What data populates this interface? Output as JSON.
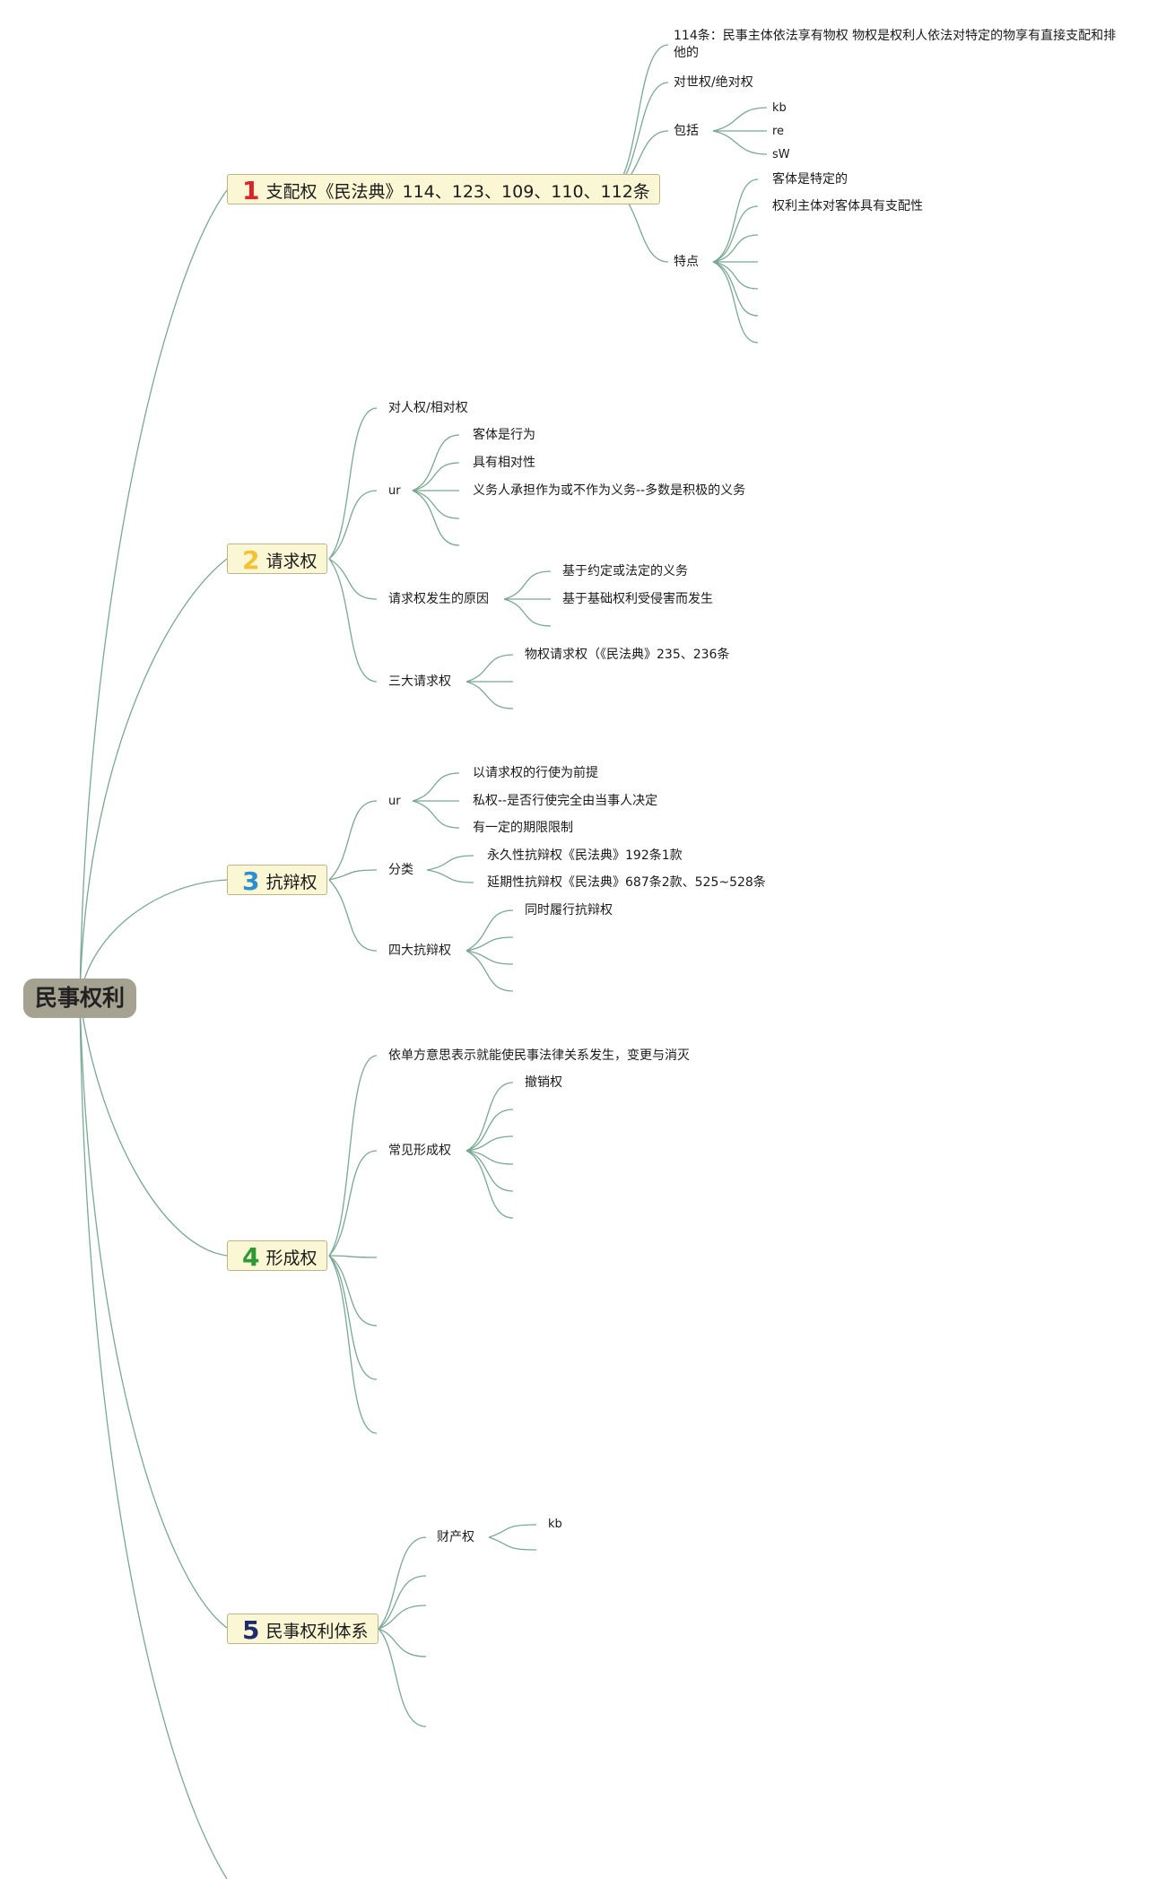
{
  "root": {
    "label": "民事权利"
  },
  "colors": {
    "link": "#7aa893",
    "root_bg": "#a6a291",
    "branch_bg": "#fbf6d3"
  },
  "branches": [
    {
      "num": "1",
      "num_color": "#d6262b",
      "label": "支配权《民法典》114、123、109、110、112条",
      "children": [
        {
          "label": "114条：民事主体依法享有物权 物权是权利人依法对特定的物享有直接支配和排他的"
        },
        {
          "label": "对世权/绝对权"
        },
        {
          "label": "包括",
          "children": [
            {
              "label": "kb"
            },
            {
              "label": "re"
            },
            {
              "label": "sW"
            }
          ]
        },
        {
          "label": "特点",
          "children": [
            {
              "label": "客体是特定的"
            },
            {
              "label": "权利主体对客体具有支配性"
            }
          ]
        }
      ]
    },
    {
      "num": "2",
      "num_color": "#f2c230",
      "label": "请求权",
      "children": [
        {
          "label": "对人权/相对权"
        },
        {
          "label": "ur",
          "children": [
            {
              "label": "客体是行为"
            },
            {
              "label": "具有相对性"
            },
            {
              "label": "义务人承担作为或不作为义务--多数是积极的义务"
            }
          ]
        },
        {
          "label": "请求权发生的原因",
          "children": [
            {
              "label": "基于约定或法定的义务"
            },
            {
              "label": "基于基础权利受侵害而发生"
            }
          ]
        },
        {
          "label": "三大请求权",
          "children": [
            {
              "label": "物权请求权（《民法典》235、236条"
            }
          ]
        }
      ]
    },
    {
      "num": "3",
      "num_color": "#2c8fd0",
      "label": "抗辩权",
      "children": [
        {
          "label": "ur",
          "children": [
            {
              "label": "以请求权的行使为前提"
            },
            {
              "label": "私权--是否行使完全由当事人决定"
            },
            {
              "label": "有一定的期限限制"
            }
          ]
        },
        {
          "label": "分类",
          "children": [
            {
              "label": "永久性抗辩权《民法典》192条1款"
            },
            {
              "label": "延期性抗辩权《民法典》687条2款、525~528条"
            }
          ]
        },
        {
          "label": "四大抗辩权",
          "children": [
            {
              "label": "同时履行抗辩权"
            }
          ]
        }
      ]
    },
    {
      "num": "4",
      "num_color": "#2e9a36",
      "label": "形成权",
      "children": [
        {
          "label": "依单方意思表示就能使民事法律关系发生，变更与消灭"
        },
        {
          "label": "常见形成权",
          "children": [
            {
              "label": "撤销权"
            }
          ]
        }
      ]
    },
    {
      "num": "5",
      "num_color": "#1f2b6e",
      "label": "民事权利体系",
      "children": [
        {
          "label": "财产权",
          "children": [
            {
              "label": "kb"
            }
          ]
        }
      ]
    }
  ]
}
